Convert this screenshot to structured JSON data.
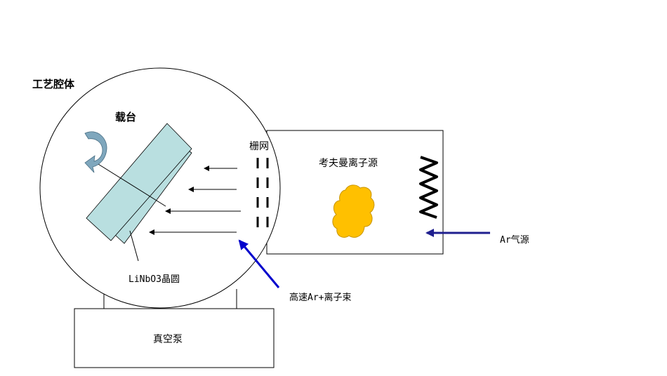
{
  "labels": {
    "chamber": "工艺腔体",
    "stage": "载台",
    "grid": "栅网",
    "kaufman_source": "考夫曼离子源",
    "wafer": "LiNbO3晶圆",
    "ion_beam": "高速Ar+离子束",
    "gas_source": "Ar气源",
    "vacuum_pump": "真空泵"
  },
  "colors": {
    "wafer_fill": "#b9dfe0",
    "plasma_fill": "#ffc000",
    "plasma_stroke": "#c89400",
    "blue_arrow": "#0000cc",
    "navy_arrow": "#1f1f8f",
    "rotate_arrow": "#7fa7bd"
  }
}
